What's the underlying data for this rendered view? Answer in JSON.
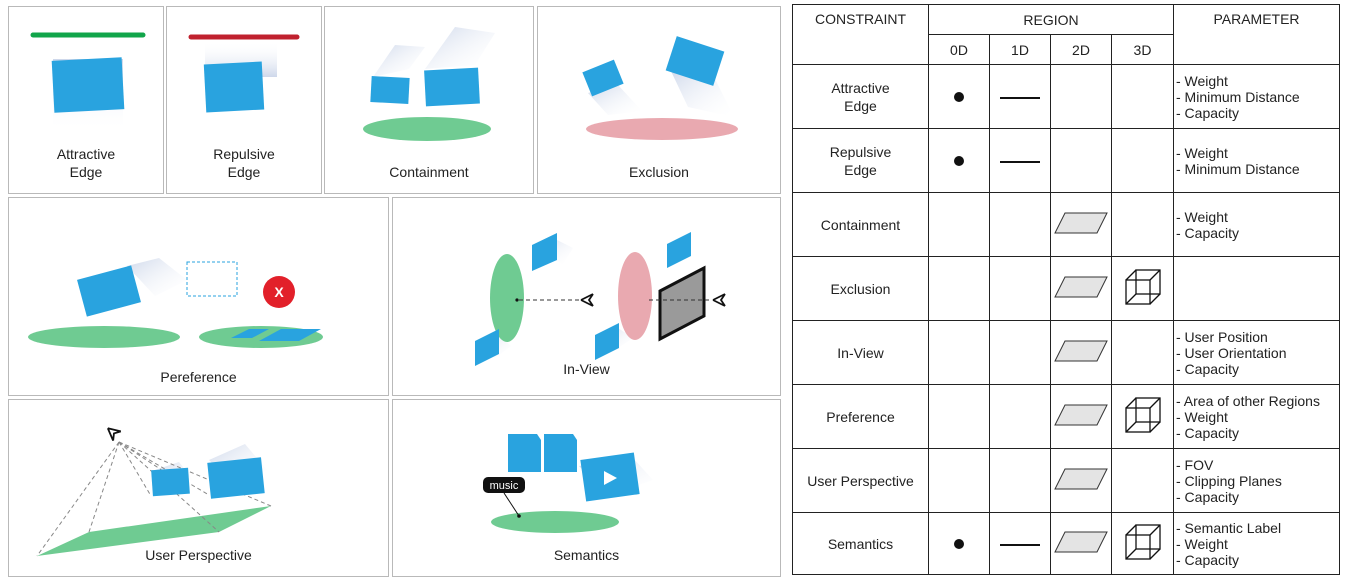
{
  "panels": {
    "attractive_edge": "Attractive\nEdge",
    "repulsive_edge": "Repulsive\nEdge",
    "containment": "Containment",
    "exclusion": "Exclusion",
    "preference": "Pereference",
    "in_view": "In-View",
    "user_perspective": "User Perspective",
    "semantics": "Semantics",
    "music_tag": "music",
    "x_mark": "X"
  },
  "table": {
    "headers": {
      "constraint": "CONSTRAINT",
      "region": "REGION",
      "parameter": "PARAMETER"
    },
    "region_cols": [
      "0D",
      "1D",
      "2D",
      "3D"
    ],
    "rows": [
      {
        "name": "Attractive\nEdge",
        "regions": [
          "dot",
          "line",
          "",
          ""
        ],
        "params": [
          "- Weight",
          "- Minimum Distance",
          "- Capacity"
        ]
      },
      {
        "name": "Repulsive\nEdge",
        "regions": [
          "dot",
          "line",
          "",
          ""
        ],
        "params": [
          "- Weight",
          "- Minimum Distance"
        ]
      },
      {
        "name": "Containment",
        "regions": [
          "",
          "",
          "plane",
          ""
        ],
        "params": [
          "- Weight",
          "- Capacity"
        ]
      },
      {
        "name": "Exclusion",
        "regions": [
          "",
          "",
          "plane",
          "cube"
        ],
        "params": []
      },
      {
        "name": "In-View",
        "regions": [
          "",
          "",
          "plane",
          ""
        ],
        "params": [
          "- User Position",
          "- User Orientation",
          "- Capacity"
        ]
      },
      {
        "name": "Preference",
        "regions": [
          "",
          "",
          "plane",
          "cube"
        ],
        "params": [
          "- Area of other Regions",
          "- Weight",
          "- Capacity"
        ]
      },
      {
        "name": "User Perspective",
        "regions": [
          "",
          "",
          "plane",
          ""
        ],
        "params": [
          "- FOV",
          "- Clipping Planes",
          "- Capacity"
        ]
      },
      {
        "name": "Semantics",
        "regions": [
          "dot",
          "line",
          "plane",
          "cube"
        ],
        "params": [
          "- Semantic Label",
          "- Weight",
          "- Capacity"
        ]
      }
    ]
  },
  "colors": {
    "blue": "#29a3df",
    "green": "#6fcb92",
    "pink": "#e9a9b0",
    "edge_green": "#11a54a",
    "edge_red": "#c0212e",
    "x_red": "#e2202a"
  }
}
